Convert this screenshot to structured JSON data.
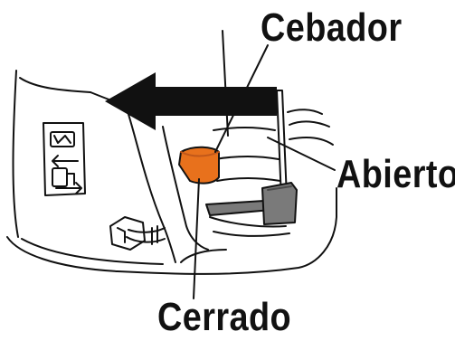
{
  "labels": {
    "choke": "Cebador",
    "open": "Abierto",
    "closed": "Cerrado"
  },
  "colors": {
    "line": "#111111",
    "choke_lever": "#e8711c",
    "choke_lever_shadow": "#c0571a",
    "lever_gray": "#7a7a7a",
    "arrow": "#111111"
  }
}
